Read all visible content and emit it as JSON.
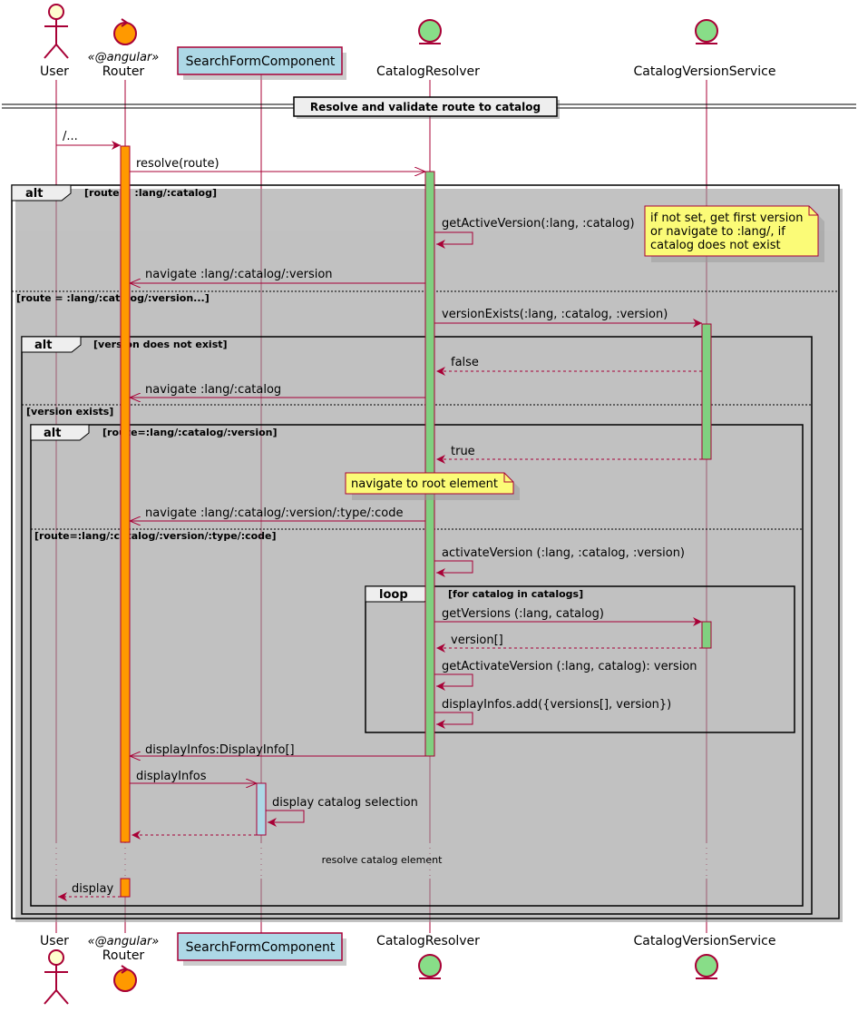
{
  "participants": [
    {
      "key": "user",
      "label": "User",
      "kind": "actor",
      "stereotype": ""
    },
    {
      "key": "router",
      "label": "Router",
      "kind": "control",
      "stereotype": "«@angular»"
    },
    {
      "key": "search",
      "label": "SearchFormComponent",
      "kind": "box",
      "stereotype": ""
    },
    {
      "key": "resolver",
      "label": "CatalogResolver",
      "kind": "entity",
      "stereotype": ""
    },
    {
      "key": "cvs",
      "label": "CatalogVersionService",
      "kind": "entity",
      "stereotype": ""
    }
  ],
  "group_title": "Resolve and validate route to catalog",
  "fragments": {
    "alt1": {
      "keyword": "alt",
      "conditions": [
        "[route = :lang/:catalog]",
        "[route = :lang/:catalog/:version...]"
      ]
    },
    "alt2": {
      "keyword": "alt",
      "conditions": [
        "[version does not exist]",
        "[version exists]"
      ]
    },
    "alt3": {
      "keyword": "alt",
      "conditions": [
        "[route=:lang/:catalog/:version]",
        "[route=:lang/:catalog/:version/:type/:code]"
      ]
    },
    "loop": {
      "keyword": "loop",
      "conditions": [
        "[for catalog in catalogs]"
      ]
    }
  },
  "messages": [
    {
      "id": "m1",
      "text": "/..."
    },
    {
      "id": "m2",
      "text": "resolve(route)"
    },
    {
      "id": "m3",
      "text": "getActiveVersion(:lang, :catalog)"
    },
    {
      "id": "m4",
      "text": "navigate :lang/:catalog/:version"
    },
    {
      "id": "m5",
      "text": "versionExists(:lang, :catalog, :version)"
    },
    {
      "id": "m6",
      "text": "false"
    },
    {
      "id": "m7",
      "text": "navigate :lang/:catalog"
    },
    {
      "id": "m8",
      "text": "true"
    },
    {
      "id": "m9",
      "text": "navigate :lang/:catalog/:version/:type/:code"
    },
    {
      "id": "m10",
      "text": "activateVersion (:lang, :catalog, :version)"
    },
    {
      "id": "m11",
      "text": "getVersions (:lang, catalog)"
    },
    {
      "id": "m12",
      "text": "version[]"
    },
    {
      "id": "m13",
      "text": "getActivateVersion (:lang, catalog): version"
    },
    {
      "id": "m14",
      "text": "displayInfos.add({versions[], version})"
    },
    {
      "id": "m15",
      "text": "displayInfos:DisplayInfo[]"
    },
    {
      "id": "m16",
      "text": "displayInfos"
    },
    {
      "id": "m17",
      "text": "display catalog selection"
    },
    {
      "id": "m18",
      "text": "display"
    }
  ],
  "notes": {
    "note1": [
      "if not set, get first version",
      "or navigate to :lang/, if",
      "catalog does not exist"
    ],
    "note2": [
      "navigate to root element"
    ]
  },
  "delay_text": "resolve catalog element",
  "colors": {
    "arrow": "#a80036",
    "participant_box": "#add8e6",
    "router_activation": "#ff9900",
    "resolver_activation": "#80d080",
    "search_activation": "#add8e6",
    "entity_fill": "#88dd88",
    "actor_fill": "#fefece",
    "note_fill": "#fbfb77"
  }
}
